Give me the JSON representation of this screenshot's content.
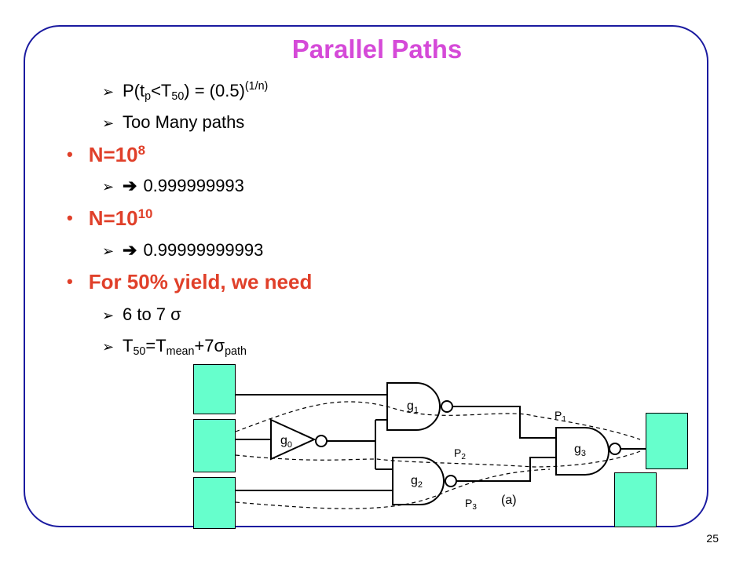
{
  "title": "Parallel Paths",
  "bullets": {
    "l1": {
      "pre": "P(t",
      "s1": "p",
      "mid": "<T",
      "s2": "50",
      "post": ") = (0.5)",
      "sup": "(1/n)"
    },
    "l2": "Too Many paths",
    "l3": {
      "base": "N=10",
      "exp": "8"
    },
    "l4": "0.999999993",
    "l5": {
      "base": "N=10",
      "exp": "10"
    },
    "l6": "0.99999999993",
    "l7": "For 50% yield, we need",
    "l8": {
      "text": "6 to 7",
      "sym": "σ"
    },
    "l9": {
      "t": "T",
      "s50": "50",
      "eq": "=T",
      "smean": "mean",
      "plus": "+7",
      "sigma": "σ",
      "spath": "path"
    }
  },
  "symbols": {
    "arrowhead": "➢",
    "bigarrow": "➔",
    "dot": "•"
  },
  "diagram": {
    "g0": "g",
    "g0s": "0",
    "g1": "g",
    "g1s": "1",
    "g2": "g",
    "g2s": "2",
    "g3": "g",
    "g3s": "3",
    "p1": "P",
    "p1s": "1",
    "p2": "P",
    "p2s": "2",
    "p3": "P",
    "p3s": "3",
    "caption": "(a)"
  },
  "page_number": "25",
  "colors": {
    "title": "#d54ad8",
    "accent": "#e0402a",
    "frame": "#1a1aa0",
    "box": "#66ffcc"
  }
}
